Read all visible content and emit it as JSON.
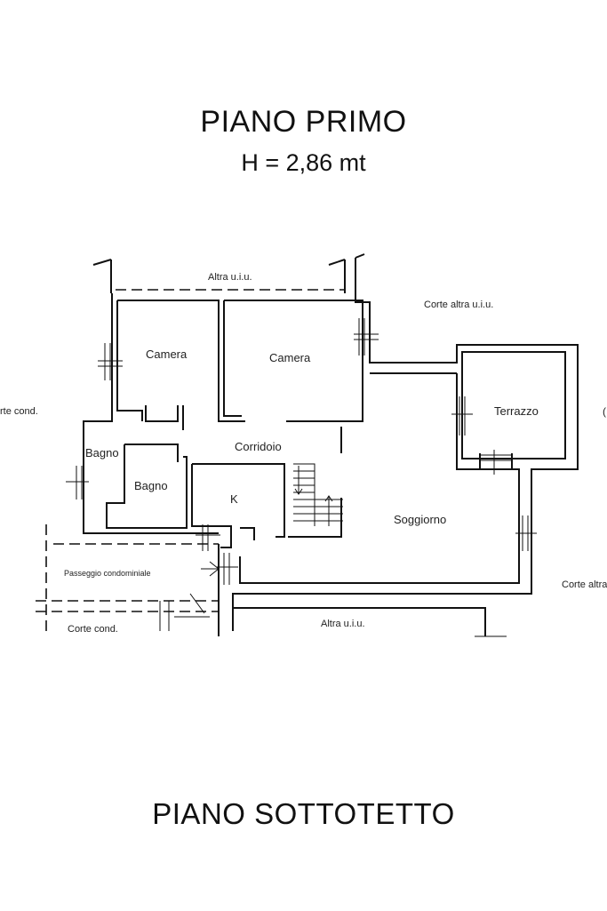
{
  "titles": {
    "floor_first": "PIANO PRIMO",
    "height": "H = 2,86 mt",
    "floor_attic": "PIANO SOTTOTETTO"
  },
  "labels": {
    "altra_top": "Altra u.i.u.",
    "corte_altra_top": "Corte altra u.i.u.",
    "corte_cond_left": "rte cond.",
    "camera_1": "Camera",
    "camera_2": "Camera",
    "terrazzo": "Terrazzo",
    "bagno_1": "Bagno",
    "bagno_2": "Bagno",
    "corridoio": "Corridoio",
    "k": "K",
    "soggiorno": "Soggiorno",
    "passaggio": "Passeggio condominiale",
    "corte_cond_bottom": "Corte cond.",
    "altra_bottom": "Altra u.i.u.",
    "corte_altra_right": "Corte altra",
    "right_edge": "("
  }
}
